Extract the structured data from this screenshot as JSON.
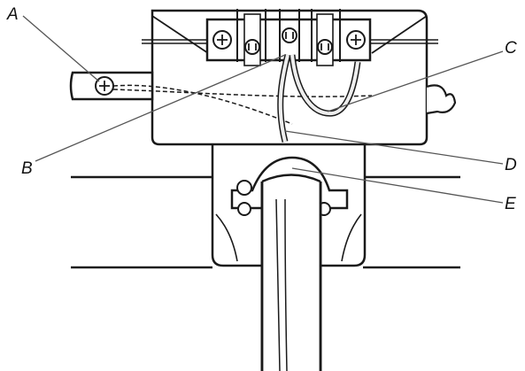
{
  "diagram": {
    "callouts": [
      {
        "id": "A",
        "label": "A"
      },
      {
        "id": "B",
        "label": "B"
      },
      {
        "id": "C",
        "label": "C"
      },
      {
        "id": "D",
        "label": "D"
      },
      {
        "id": "E",
        "label": "E"
      }
    ]
  },
  "colors": {
    "line": "#1a1a1a",
    "fill": "#ffffff",
    "leader": "#555555",
    "wire_fill": "#eeeeee"
  }
}
